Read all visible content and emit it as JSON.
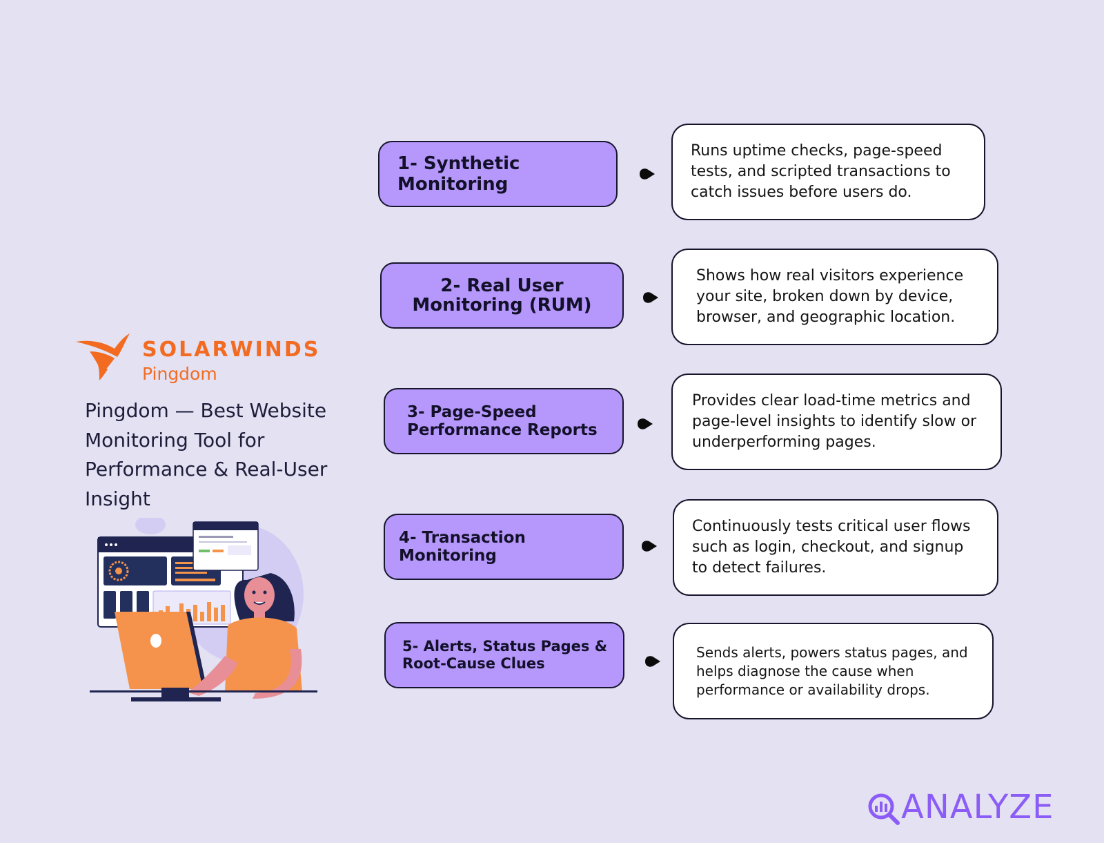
{
  "logo": {
    "brand": "SOLARWINDS",
    "product": "Pingdom",
    "brand_color": "#f26b21"
  },
  "tagline": "Pingdom — Best Website Monitoring Tool for Performance & Real-User Insight",
  "features": [
    {
      "label": "1- Synthetic Monitoring",
      "description": "Runs uptime checks, page-speed tests, and scripted transactions to catch issues before users do."
    },
    {
      "label": "2- Real User Monitoring (RUM)",
      "description": "Shows how real visitors experience your site, broken down by device, browser, and geographic location."
    },
    {
      "label": "3- Page-Speed Performance Reports",
      "description": "Provides clear load-time metrics and page-level insights to identify slow or underperforming pages."
    },
    {
      "label": "4- Transaction Monitoring",
      "description": "Continuously tests critical user flows such as login, checkout, and signup to detect failures."
    },
    {
      "label": "5- Alerts, Status Pages & Root-Cause Clues",
      "description": "Sends alerts, powers status pages, and helps diagnose the cause when performance or availability drops."
    }
  ],
  "footer": {
    "brand": "ANALYZE",
    "brand_color": "#8b5cf6"
  },
  "colors": {
    "background": "#e3e1f2",
    "feature_fill": "#b697fb",
    "outline": "#17152c"
  }
}
